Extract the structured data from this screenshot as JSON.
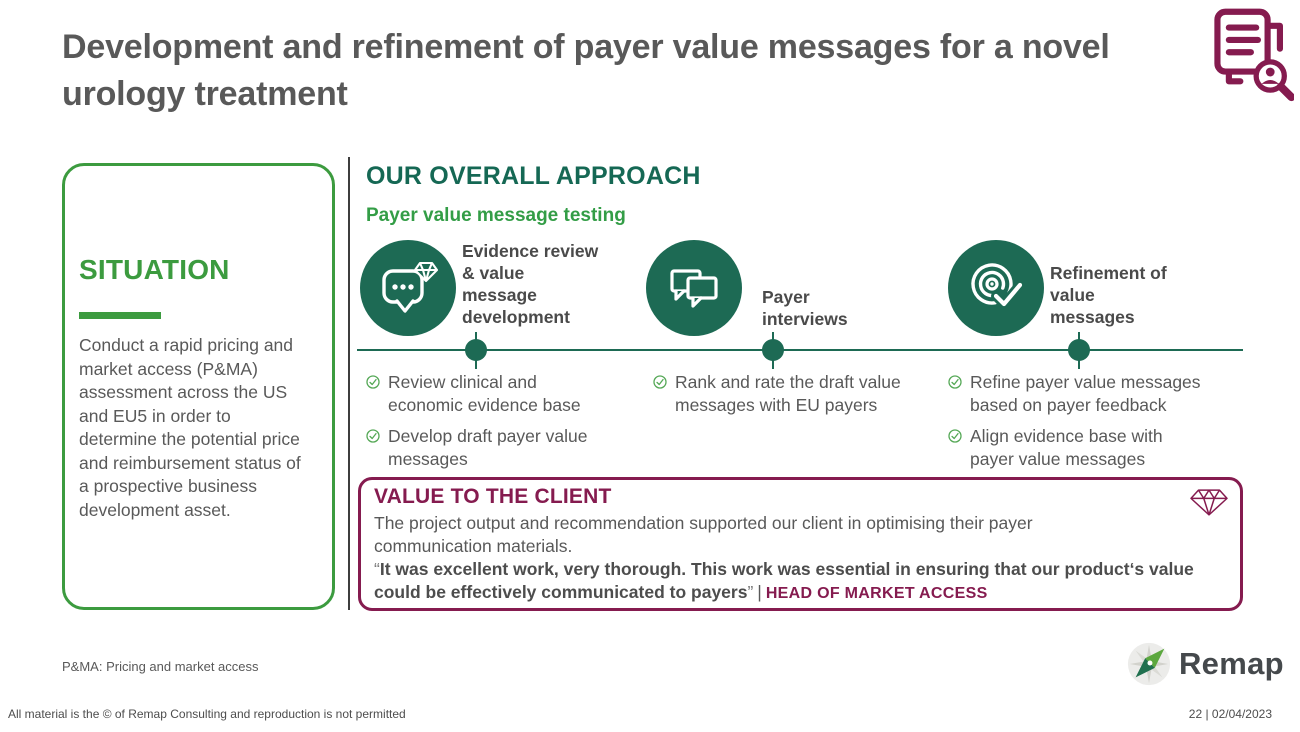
{
  "colors": {
    "dark_green": "#1D6A54",
    "mid_green": "#3C9B3F",
    "bright_green": "#339D46",
    "maroon": "#851B4F",
    "text_gray": "#595959"
  },
  "slide": {
    "title": "Development and refinement of payer value messages for a novel urology treatment",
    "footnote": "P&MA: Pricing and market access",
    "copyright": "All material is the © of Remap Consulting and reproduction is not permitted",
    "page_info": "22 | 02/04/2023",
    "logo_text": "Remap"
  },
  "situation": {
    "heading": "SITUATION",
    "body": "Conduct a rapid pricing and market access (P&MA) assessment across the US and EU5 in order to determine the potential price and reimbursement status of a prospective business development asset."
  },
  "approach": {
    "heading": "OUR OVERALL APPROACH",
    "subheading": "Payer value message testing",
    "steps": [
      {
        "label": "Evidence review & value message development",
        "icon": "speech-bubble-diamond-icon",
        "bullets": [
          "Review clinical and economic evidence base",
          "Develop draft payer value messages"
        ]
      },
      {
        "label": "Payer interviews",
        "icon": "chat-bubbles-icon",
        "bullets": [
          "Rank and rate the draft value messages with EU payers"
        ]
      },
      {
        "label": "Refinement of value messages",
        "icon": "target-check-icon",
        "bullets": [
          "Refine payer value messages based on payer feedback",
          "Align evidence base with payer value messages"
        ]
      }
    ]
  },
  "value_to_client": {
    "heading": "VALUE TO THE CLIENT",
    "body": "The project output and recommendation supported our client in optimising their payer communication materials.",
    "quote_open": "“",
    "quote_text": "It was excellent work, very thorough. This work was essential in ensuring that our product‘s value could be effectively communicated to payers",
    "quote_close": "”",
    "separator": "|",
    "attribution": "HEAD OF MARKET ACCESS"
  }
}
